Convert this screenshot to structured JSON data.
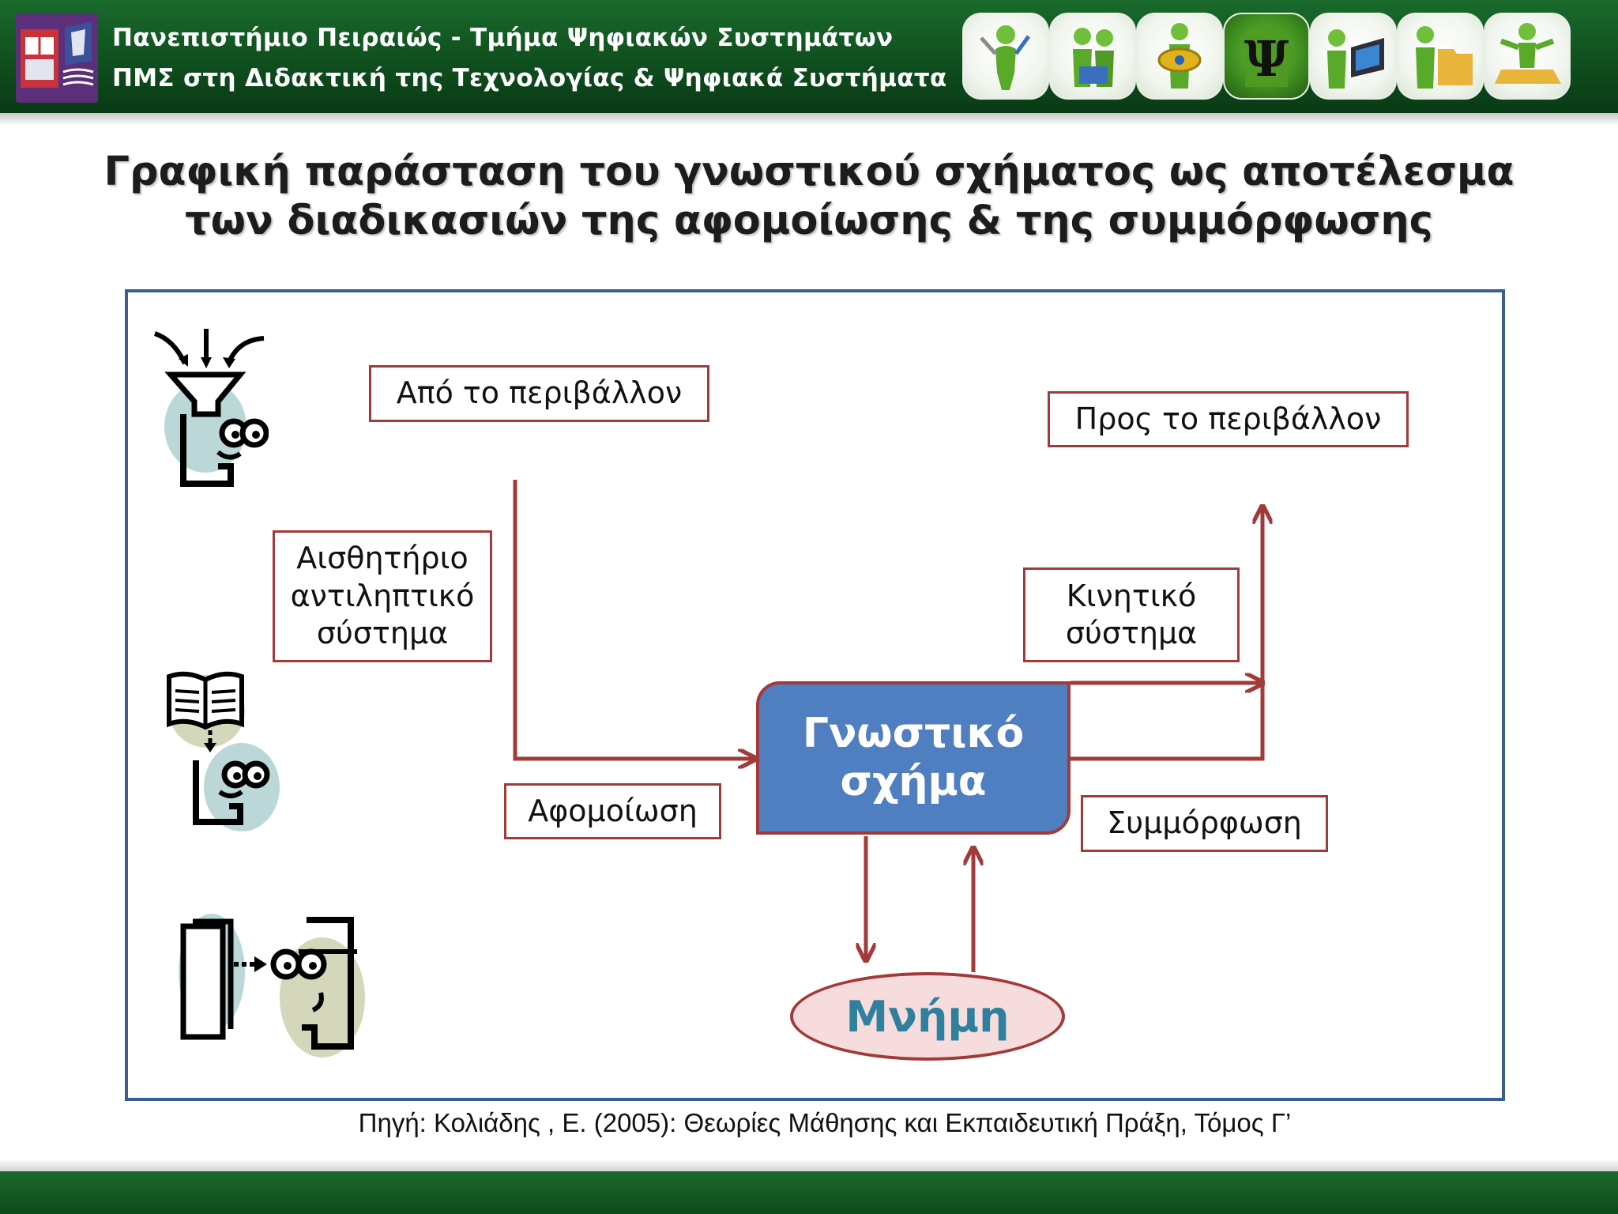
{
  "header": {
    "line1": "Πανεπιστήμιο Πειραιώς - Τμήμα Ψηφιακών Συστημάτων",
    "line2": "ΠΜΣ στη Διδακτική της Τεχνολογίας & Ψηφιακά Συστήματα",
    "badges": [
      "figure-with-tools-icon",
      "figures-with-laptop-icon",
      "figure-with-globe-icon",
      "psi-head-icon",
      "figure-with-computer-icon",
      "figure-with-folder-icon",
      "figure-on-puzzle-icon"
    ],
    "psi_symbol": "Ψ",
    "brand_color": "#0f4f1e"
  },
  "title": {
    "line1": "Γραφική παράσταση του γνωστικού σχήματος ως αποτέλεσμα",
    "line2": "των διαδικασιών  της αφομοίωσης & της συμμόρφωσης"
  },
  "diagram": {
    "from_environment": "Από το περιβάλλον",
    "to_environment": "Προς το περιβάλλον",
    "sensory_system": [
      "Αισθητήριο",
      "αντιληπτικό",
      "σύστημα"
    ],
    "motor_system": [
      "Κινητικό",
      "σύστημα"
    ],
    "assimilation": "Αφομοίωση",
    "accommodation": "Συμμόρφωση",
    "cognitive_schema": [
      "Γνωστικό",
      "σχήμα"
    ],
    "memory": "Μνήμη",
    "colors": {
      "frame": "#3b5e8e",
      "border": "#a33a3a",
      "schema_fill": "#4f7fc1",
      "memory_fill": "#f6dcdc",
      "memory_text": "#2f7f9e"
    },
    "side_icons": [
      "head-with-funnel-icon",
      "book-to-head-icon",
      "document-to-head-icon"
    ]
  },
  "source": "Πηγή: Κολιάδης , Ε. (2005): Θεωρίες Μάθησης και Εκπαιδευτική Πράξη, Τόμος Γ’"
}
